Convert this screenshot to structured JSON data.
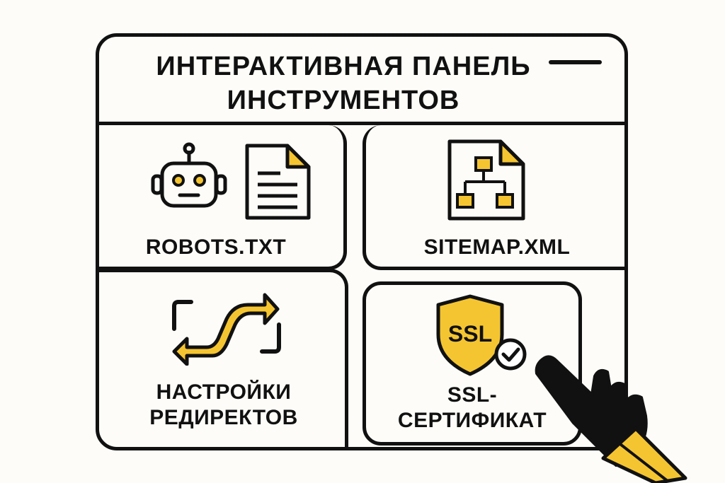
{
  "header": {
    "title_line1": "ИНТЕРАКТИВНАЯ ПАНЕЛЬ",
    "title_line2": "ИНСТРУМЕНТОВ",
    "menu_icon": "menu-line-icon"
  },
  "tiles": [
    {
      "label": "ROBOTS.TXT",
      "icons": [
        "robot-icon",
        "document-icon"
      ]
    },
    {
      "label": "SITEMAP.XML",
      "icons": [
        "sitemap-file-icon"
      ]
    },
    {
      "label_line1": "НАСТРОЙКИ",
      "label_line2": "РЕДИРЕКТОВ",
      "icons": [
        "redirect-arrows-icon"
      ]
    },
    {
      "label_line1": "SSL-",
      "label_line2": "СЕРТИФИКАТ",
      "icons": [
        "ssl-shield-icon",
        "check-badge-icon"
      ],
      "badge_text": "SSL"
    }
  ],
  "cursor_icon": "pointing-hand-icon",
  "colors": {
    "accent": "#f5c531",
    "stroke": "#111111",
    "background": "#fdfcf8"
  }
}
